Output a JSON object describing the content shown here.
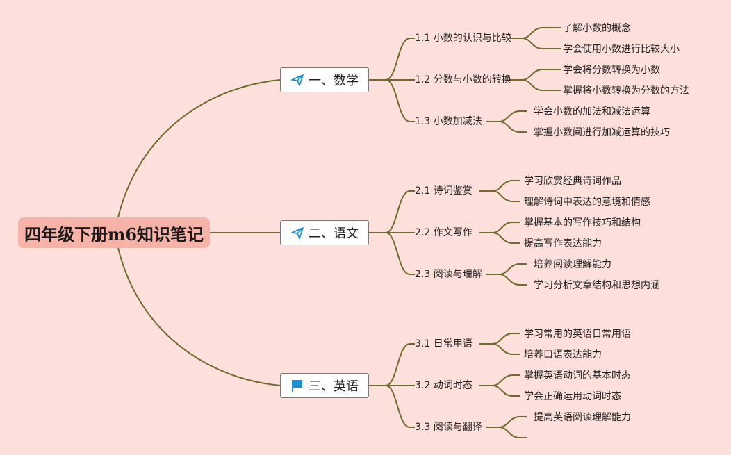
{
  "root": {
    "title": "四年级下册m6知识笔记"
  },
  "branches": [
    {
      "title": "一、数学",
      "icon": "paper-plane-icon",
      "subs": [
        {
          "title": "1.1 小数的认识与比较",
          "leaves": [
            "了解小数的概念",
            "学会使用小数进行比较大小"
          ]
        },
        {
          "title": "1.2 分数与小数的转换",
          "leaves": [
            "学会将分数转换为小数",
            "掌握将小数转换为分数的方法"
          ]
        },
        {
          "title": "1.3 小数加减法",
          "leaves": [
            "学会小数的加法和减法运算",
            "掌握小数间进行加减运算的技巧"
          ]
        }
      ]
    },
    {
      "title": "二、语文",
      "icon": "paper-plane-icon",
      "subs": [
        {
          "title": "2.1 诗词鉴赏",
          "leaves": [
            "学习欣赏经典诗词作品",
            "理解诗词中表达的意境和情感"
          ]
        },
        {
          "title": "2.2 作文写作",
          "leaves": [
            "掌握基本的写作技巧和结构",
            "提高写作表达能力"
          ]
        },
        {
          "title": "2.3 阅读与理解",
          "leaves": [
            "培养阅读理解能力",
            "学习分析文章结构和思想内涵"
          ]
        }
      ]
    },
    {
      "title": "三、英语",
      "icon": "flag-icon",
      "subs": [
        {
          "title": "3.1 日常用语",
          "leaves": [
            "学习常用的英语日常用语",
            "培养口语表达能力"
          ]
        },
        {
          "title": "3.2 动词时态",
          "leaves": [
            "掌握英语动词的基本时态",
            "学会正确运用动词时态"
          ]
        },
        {
          "title": "3.3 阅读与翻译",
          "leaves": [
            "提高英语阅读理解能力",
            ""
          ]
        }
      ]
    }
  ],
  "colors": {
    "background": "#fde0dc",
    "root_fill": "#f8b3a8",
    "line": "#6b6b2c",
    "plane_icon": "#1e8fd0",
    "flag_icon": "#1e8fd0"
  }
}
